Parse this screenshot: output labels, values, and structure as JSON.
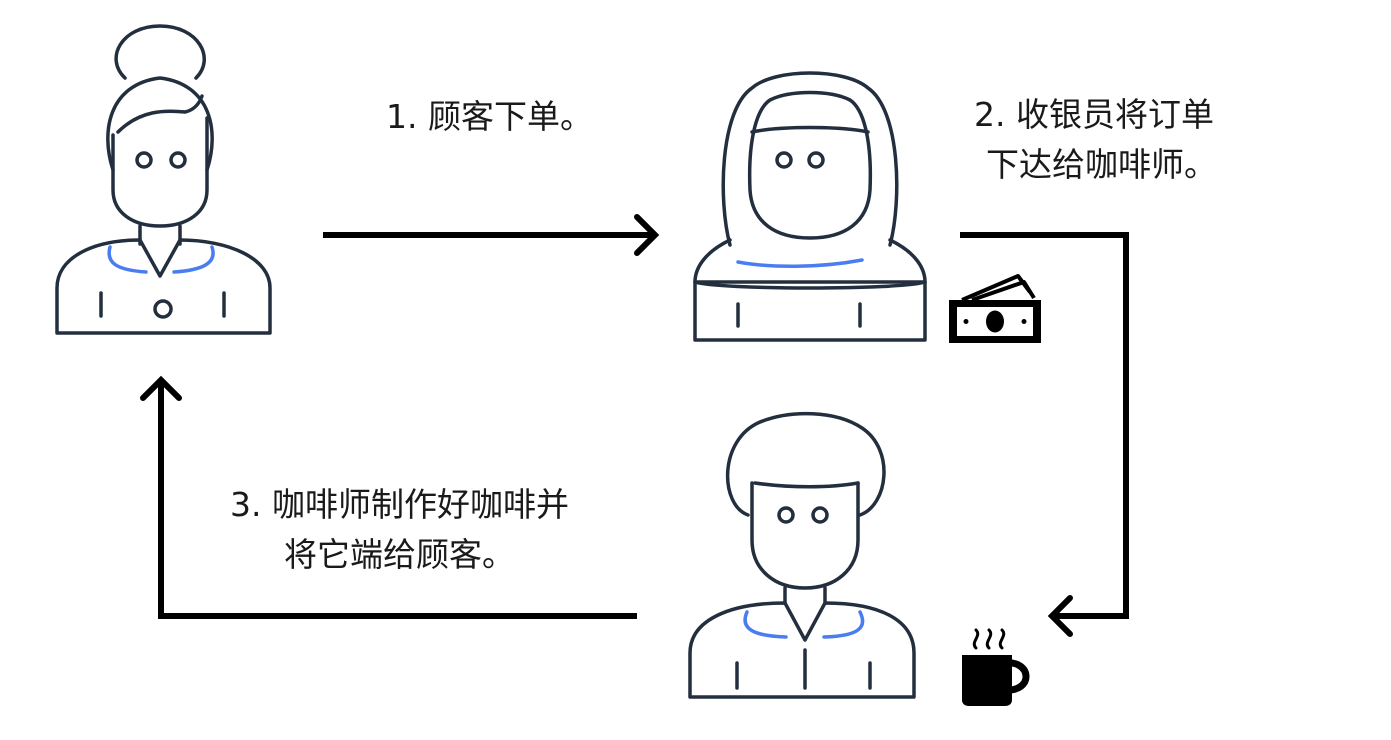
{
  "steps": [
    {
      "lines": [
        "1. 顾客下单。"
      ]
    },
    {
      "lines": [
        "2. 收银员将订单",
        "下达给咖啡师。"
      ]
    },
    {
      "lines": [
        "3. 咖啡师制作好咖啡并",
        "将它端给顾客。"
      ]
    }
  ],
  "actors": [
    "customer",
    "cashier",
    "barista"
  ],
  "icons": [
    "money-icon",
    "coffee-mug-icon"
  ],
  "colors": {
    "outline": "#232f3e",
    "accent": "#4a7ef0",
    "arrow": "#000000"
  }
}
